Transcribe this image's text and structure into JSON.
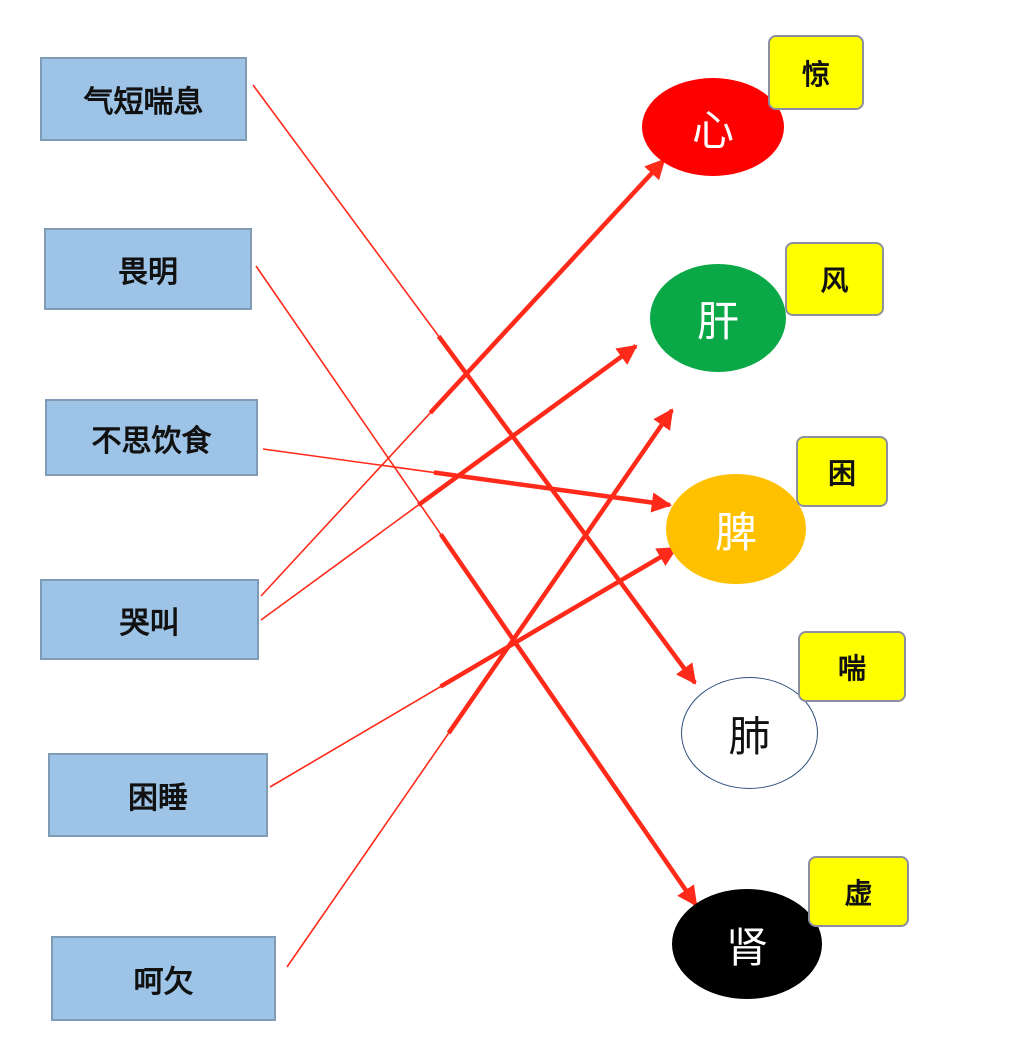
{
  "symptoms": [
    {
      "id": "qiduanchuanxi",
      "label": "气短喘息"
    },
    {
      "id": "weiming",
      "label": "畏明"
    },
    {
      "id": "busiyinshi",
      "label": "不思饮食"
    },
    {
      "id": "kujiao",
      "label": "哭叫"
    },
    {
      "id": "kunshui",
      "label": "困睡"
    },
    {
      "id": "heqian",
      "label": "呵欠"
    }
  ],
  "organs": [
    {
      "id": "heart",
      "label": "心",
      "color": "#ff0000",
      "text_color": "#ffffff",
      "tag": "惊"
    },
    {
      "id": "liver",
      "label": "肝",
      "color": "#0aa846",
      "text_color": "#ffffff",
      "tag": "风"
    },
    {
      "id": "spleen",
      "label": "脾",
      "color": "#ffc000",
      "text_color": "#ffffff",
      "tag": "困"
    },
    {
      "id": "lung",
      "label": "肺",
      "color": "#ffffff",
      "text_color": "#111111",
      "tag": "喘"
    },
    {
      "id": "kidney",
      "label": "肾",
      "color": "#000000",
      "text_color": "#ffffff",
      "tag": "虚"
    }
  ],
  "links": [
    {
      "from": "qiduanchuanxi",
      "to": "lung"
    },
    {
      "from": "weiming",
      "to": "kidney"
    },
    {
      "from": "busiyinshi",
      "to": "spleen"
    },
    {
      "from": "kujiao",
      "to": "heart"
    },
    {
      "from": "kujiao",
      "to": "liver"
    },
    {
      "from": "kunshui",
      "to": "spleen"
    },
    {
      "from": "heqian",
      "to": "spleen"
    }
  ],
  "colors": {
    "line": "#ff2a1a",
    "box_fill": "#9dc3e6",
    "box_border": "#7f9bb6",
    "tag_fill": "#ffff00"
  }
}
